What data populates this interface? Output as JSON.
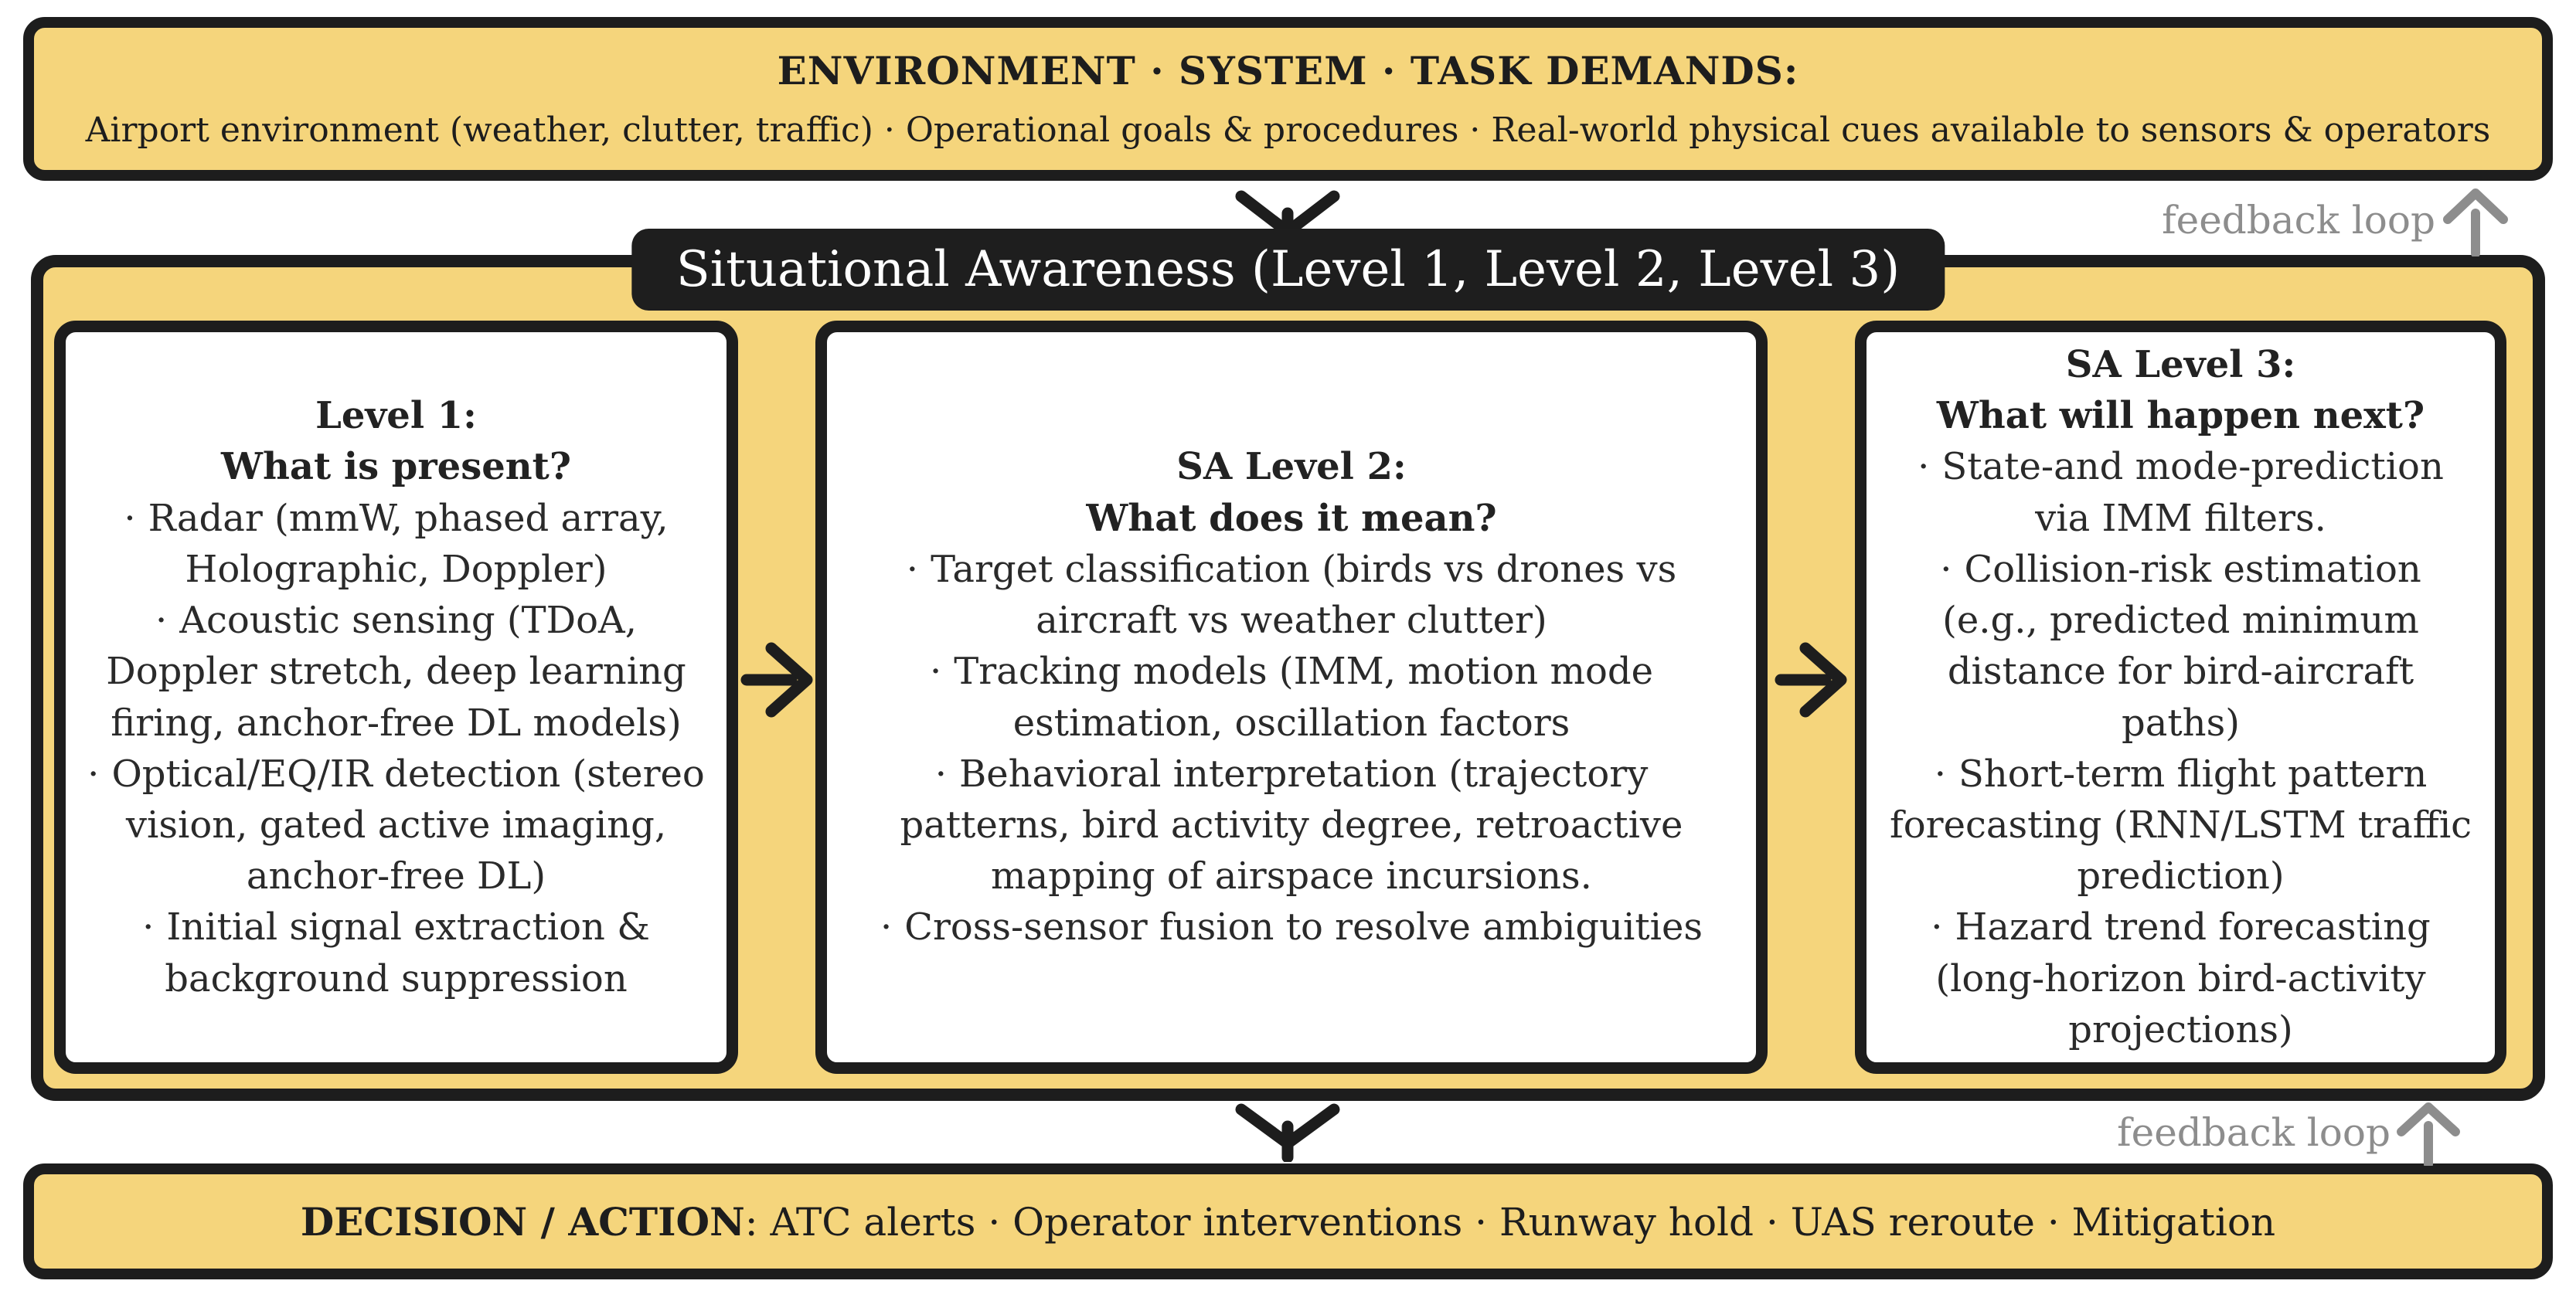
{
  "colors": {
    "panel_fill": "#F5D57C",
    "border": "#1D1D1D",
    "title_bg": "#1E1E1E",
    "title_text": "#FFFFFF",
    "body_text": "#2A2A2A",
    "feedback_gray": "#8D8D8D"
  },
  "top_banner": {
    "heading": "ENVIRONMENT · SYSTEM · TASK DEMANDS:",
    "subheading": "Airport environment (weather, clutter, traffic) · Operational goals & procedures · Real-world physical cues available to sensors & operators"
  },
  "feedback_top": {
    "label": "feedback loop"
  },
  "feedback_bottom": {
    "label": "feedback loop"
  },
  "sa_box": {
    "title": "Situational Awareness (Level 1, Level 2, Level 3)",
    "bullet_char": "·",
    "columns": [
      {
        "heading1": "Level 1:",
        "heading2": "What is present?",
        "bullets": [
          "Radar (mmW, phased array, Holographic, Doppler)",
          "Acoustic sensing (TDoA, Doppler stretch, deep learning firing, anchor-free DL models)",
          "Optical/EQ/IR detection (stereo vision, gated active imaging, anchor-free DL)",
          "Initial signal extraction & background suppression"
        ]
      },
      {
        "heading1": "SA Level 2:",
        "heading2": "What does it mean?",
        "bullets": [
          "Target classification (birds vs drones vs aircraft vs weather clutter)",
          "Tracking models (IMM, motion mode estimation, oscillation factors",
          "Behavioral interpretation (trajectory patterns, bird activity degree, retroactive mapping of airspace incursions.",
          "Cross-sensor fusion to resolve ambiguities"
        ]
      },
      {
        "heading1": "SA Level 3:",
        "heading2": "What will happen next?",
        "bullets": [
          "State-and mode-prediction via IMM filters.",
          "Collision-risk estimation (e.g., predicted minimum distance for bird-aircraft paths)",
          "Short-term flight pattern forecasting (RNN/LSTM traffic prediction)",
          "Hazard trend forecasting (long-horizon bird-activity projections)"
        ]
      }
    ]
  },
  "bottom_banner": {
    "bold_label": "DECISION / ACTION",
    "rest": ": ATC alerts · Operator interventions ·  Runway hold · UAS reroute · Mitigation"
  }
}
